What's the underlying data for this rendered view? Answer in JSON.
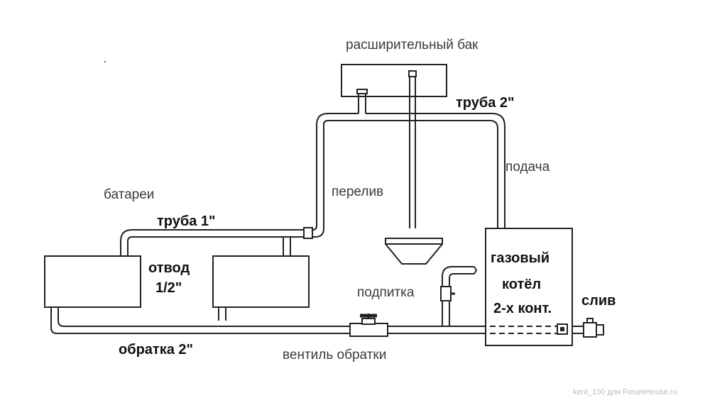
{
  "labels": {
    "expansion_tank": "расширительный бак",
    "pipe_2in": "труба 2\"",
    "supply": "подача",
    "overflow": "перелив",
    "radiators": "батареи",
    "pipe_1in": "труба 1\"",
    "branch_line1": "отвод",
    "branch_line2": "1/2\"",
    "boiler_line1": "газовый",
    "boiler_line2": "котёл",
    "boiler_line3": "2-х конт.",
    "drain": "слив",
    "makeup": "подпитка",
    "return_pipe": "обратка 2\"",
    "return_valve": "вентиль обратки"
  },
  "watermark": "kent_100 для ForumHouse.ru"
}
